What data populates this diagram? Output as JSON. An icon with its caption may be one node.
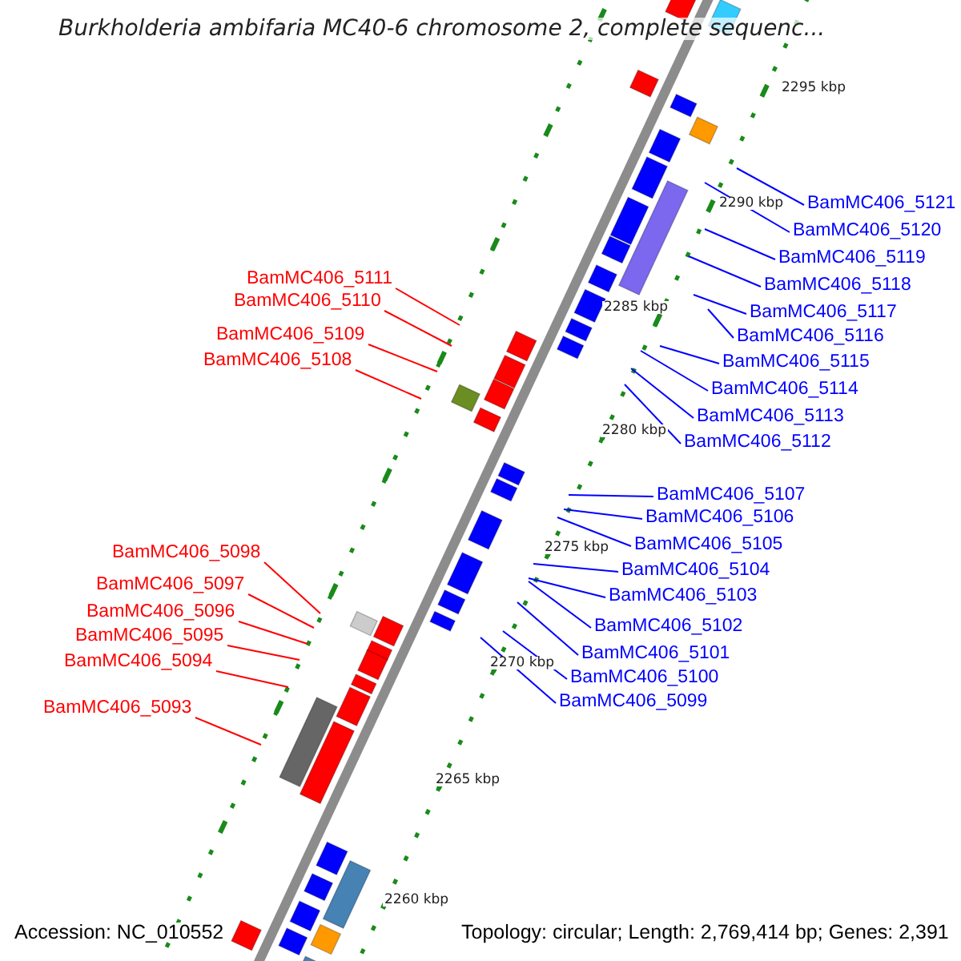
{
  "diagram": {
    "title": "Burkholderia ambifaria MC40-6 chromosome 2, complete sequenc...",
    "nodes": [
      {
        "text": [
          "BamMC406_5111"
        ]
      },
      {
        "text": [
          "BamMC406_5110"
        ]
      },
      {
        "text": [
          "BamMC406_5109"
        ]
      },
      {
        "text": [
          "BamMC406_5108"
        ]
      },
      {
        "text": [
          "BamMC406_5098"
        ]
      },
      {
        "text": [
          "BamMC406_5097"
        ]
      },
      {
        "text": [
          "BamMC406_5096"
        ]
      },
      {
        "text": [
          "BamMC406_5095"
        ]
      },
      {
        "text": [
          "BamMC406_5094"
        ]
      },
      {
        "text": [
          "BamMC406_5093"
        ]
      },
      {
        "text": [
          "BamMC406_5121"
        ]
      },
      {
        "text": [
          "BamMC406_5120"
        ]
      },
      {
        "text": [
          "BamMC406_5119"
        ]
      },
      {
        "text": [
          "BamMC406_5118"
        ]
      },
      {
        "text": [
          "BamMC406_5117"
        ]
      },
      {
        "text": [
          "BamMC406_5116"
        ]
      },
      {
        "text": [
          "BamMC406_5115"
        ]
      },
      {
        "text": [
          "BamMC406_5114"
        ]
      },
      {
        "text": [
          "BamMC406_5113"
        ]
      },
      {
        "text": [
          "BamMC406_5112"
        ]
      },
      {
        "text": [
          "BamMC406_5107"
        ]
      },
      {
        "text": [
          "BamMC406_5106"
        ]
      },
      {
        "text": [
          "BamMC406_5105"
        ]
      },
      {
        "text": [
          "BamMC406_5104"
        ]
      },
      {
        "text": [
          "BamMC406_5103"
        ]
      },
      {
        "text": [
          "BamMC406_5102"
        ]
      },
      {
        "text": [
          "BamMC406_5101"
        ]
      },
      {
        "text": [
          "BamMC406_5100"
        ]
      },
      {
        "text": [
          "BamMC406_5099"
        ]
      }
    ],
    "edges": [
      {
        "from": 0,
        "to": null,
        "arrow": "none",
        "color": "#ff0000"
      },
      {
        "from": 1,
        "to": null,
        "arrow": "none",
        "color": "#ff0000"
      },
      {
        "from": 2,
        "to": null,
        "arrow": "none",
        "color": "#ff0000"
      },
      {
        "from": 3,
        "to": null,
        "arrow": "none",
        "color": "#ff0000"
      },
      {
        "from": 4,
        "to": null,
        "arrow": "none",
        "color": "#ff0000"
      },
      {
        "from": 5,
        "to": null,
        "arrow": "none",
        "color": "#ff0000"
      },
      {
        "from": 6,
        "to": null,
        "arrow": "none",
        "color": "#ff0000"
      },
      {
        "from": 7,
        "to": null,
        "arrow": "none",
        "color": "#ff0000"
      },
      {
        "from": 8,
        "to": null,
        "arrow": "none",
        "color": "#ff0000"
      },
      {
        "from": 9,
        "to": null,
        "arrow": "none",
        "color": "#ff0000"
      },
      {
        "from": 10,
        "to": null,
        "arrow": "none"
      },
      {
        "from": 11,
        "to": null,
        "arrow": "none"
      },
      {
        "from": 12,
        "to": null,
        "arrow": "none"
      },
      {
        "from": 13,
        "to": null,
        "arrow": "none"
      },
      {
        "from": 14,
        "to": null,
        "arrow": "none"
      },
      {
        "from": 15,
        "to": null,
        "arrow": "none"
      },
      {
        "from": 16,
        "to": null,
        "arrow": "none"
      },
      {
        "from": 17,
        "to": null,
        "arrow": "none"
      },
      {
        "from": 18,
        "to": null,
        "arrow": "none"
      },
      {
        "from": 19,
        "to": null,
        "arrow": "none"
      },
      {
        "from": 20,
        "to": null,
        "arrow": "none"
      },
      {
        "from": 21,
        "to": null,
        "arrow": "none"
      },
      {
        "from": 22,
        "to": null,
        "arrow": "none"
      },
      {
        "from": 23,
        "to": null,
        "arrow": "none"
      },
      {
        "from": 24,
        "to": null,
        "arrow": "none"
      },
      {
        "from": 25,
        "to": null,
        "arrow": "none"
      },
      {
        "from": 26,
        "to": null,
        "arrow": "none"
      },
      {
        "from": 27,
        "to": null,
        "arrow": "none"
      },
      {
        "from": 28,
        "to": null,
        "arrow": "none"
      }
    ],
    "labels": [
      "2295 kbp",
      "2290 kbp",
      "2285 kbp",
      "2280 kbp",
      "2275 kbp",
      "2270 kbp",
      "2265 kbp",
      "2260 kbp",
      "Accession: NC_010552",
      "Topology: circular; Length: 2,769,414 bp; Genes: 2,391"
    ]
  }
}
